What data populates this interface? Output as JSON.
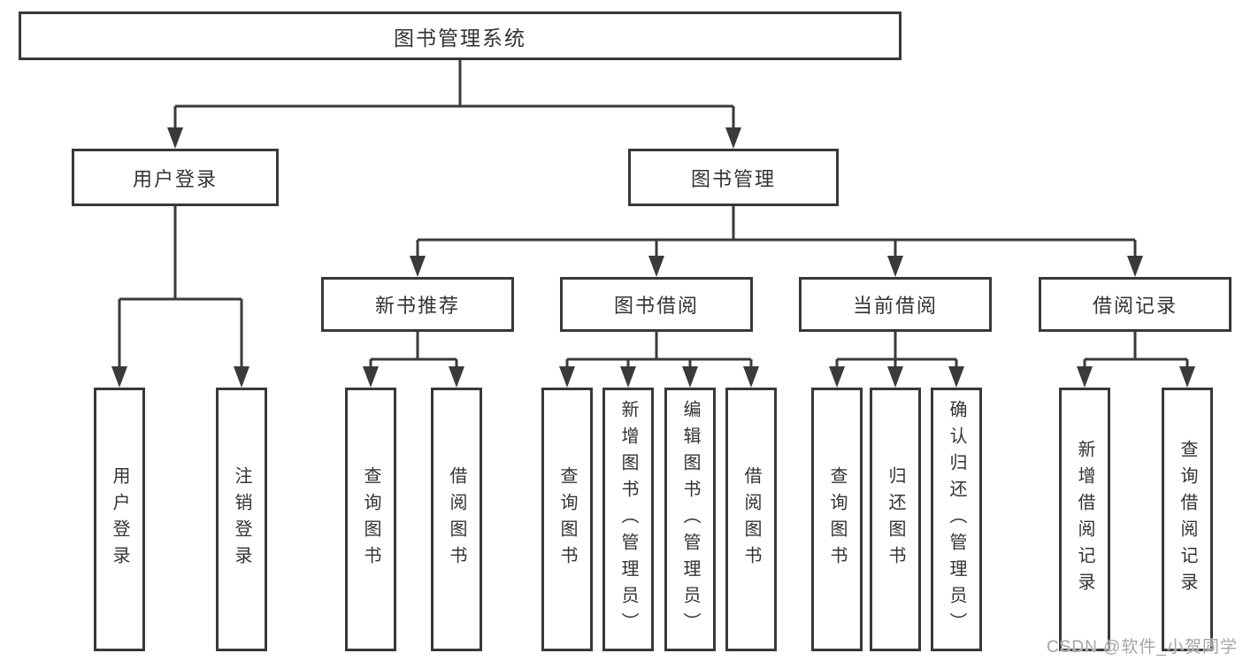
{
  "diagram": {
    "root": {
      "label": "图书管理系统",
      "children": [
        {
          "label": "用户登录",
          "children": [
            {
              "label": "用户登录"
            },
            {
              "label": "注销登录"
            }
          ]
        },
        {
          "label": "图书管理",
          "children": [
            {
              "label": "新书推荐",
              "children": [
                {
                  "label": "查询图书"
                },
                {
                  "label": "借阅图书"
                }
              ]
            },
            {
              "label": "图书借阅",
              "children": [
                {
                  "label": "查询图书"
                },
                {
                  "label": "新增图书（管理员）"
                },
                {
                  "label": "编辑图书（管理员）"
                },
                {
                  "label": "借阅图书"
                }
              ]
            },
            {
              "label": "当前借阅",
              "children": [
                {
                  "label": "查询图书"
                },
                {
                  "label": "归还图书"
                },
                {
                  "label": "确认归还（管理员）"
                }
              ]
            },
            {
              "label": "借阅记录",
              "children": [
                {
                  "label": "新增借阅记录"
                },
                {
                  "label": "查询借阅记录"
                }
              ]
            }
          ]
        }
      ]
    }
  },
  "watermark": {
    "text": "CSDN @软件_小贺同学"
  },
  "colors": {
    "line": "#3a3a3a",
    "box_border": "#383838",
    "box_fill": "#ffffff",
    "text": "#333333",
    "watermark": "#a5a5a5",
    "background": "#ffffff"
  }
}
